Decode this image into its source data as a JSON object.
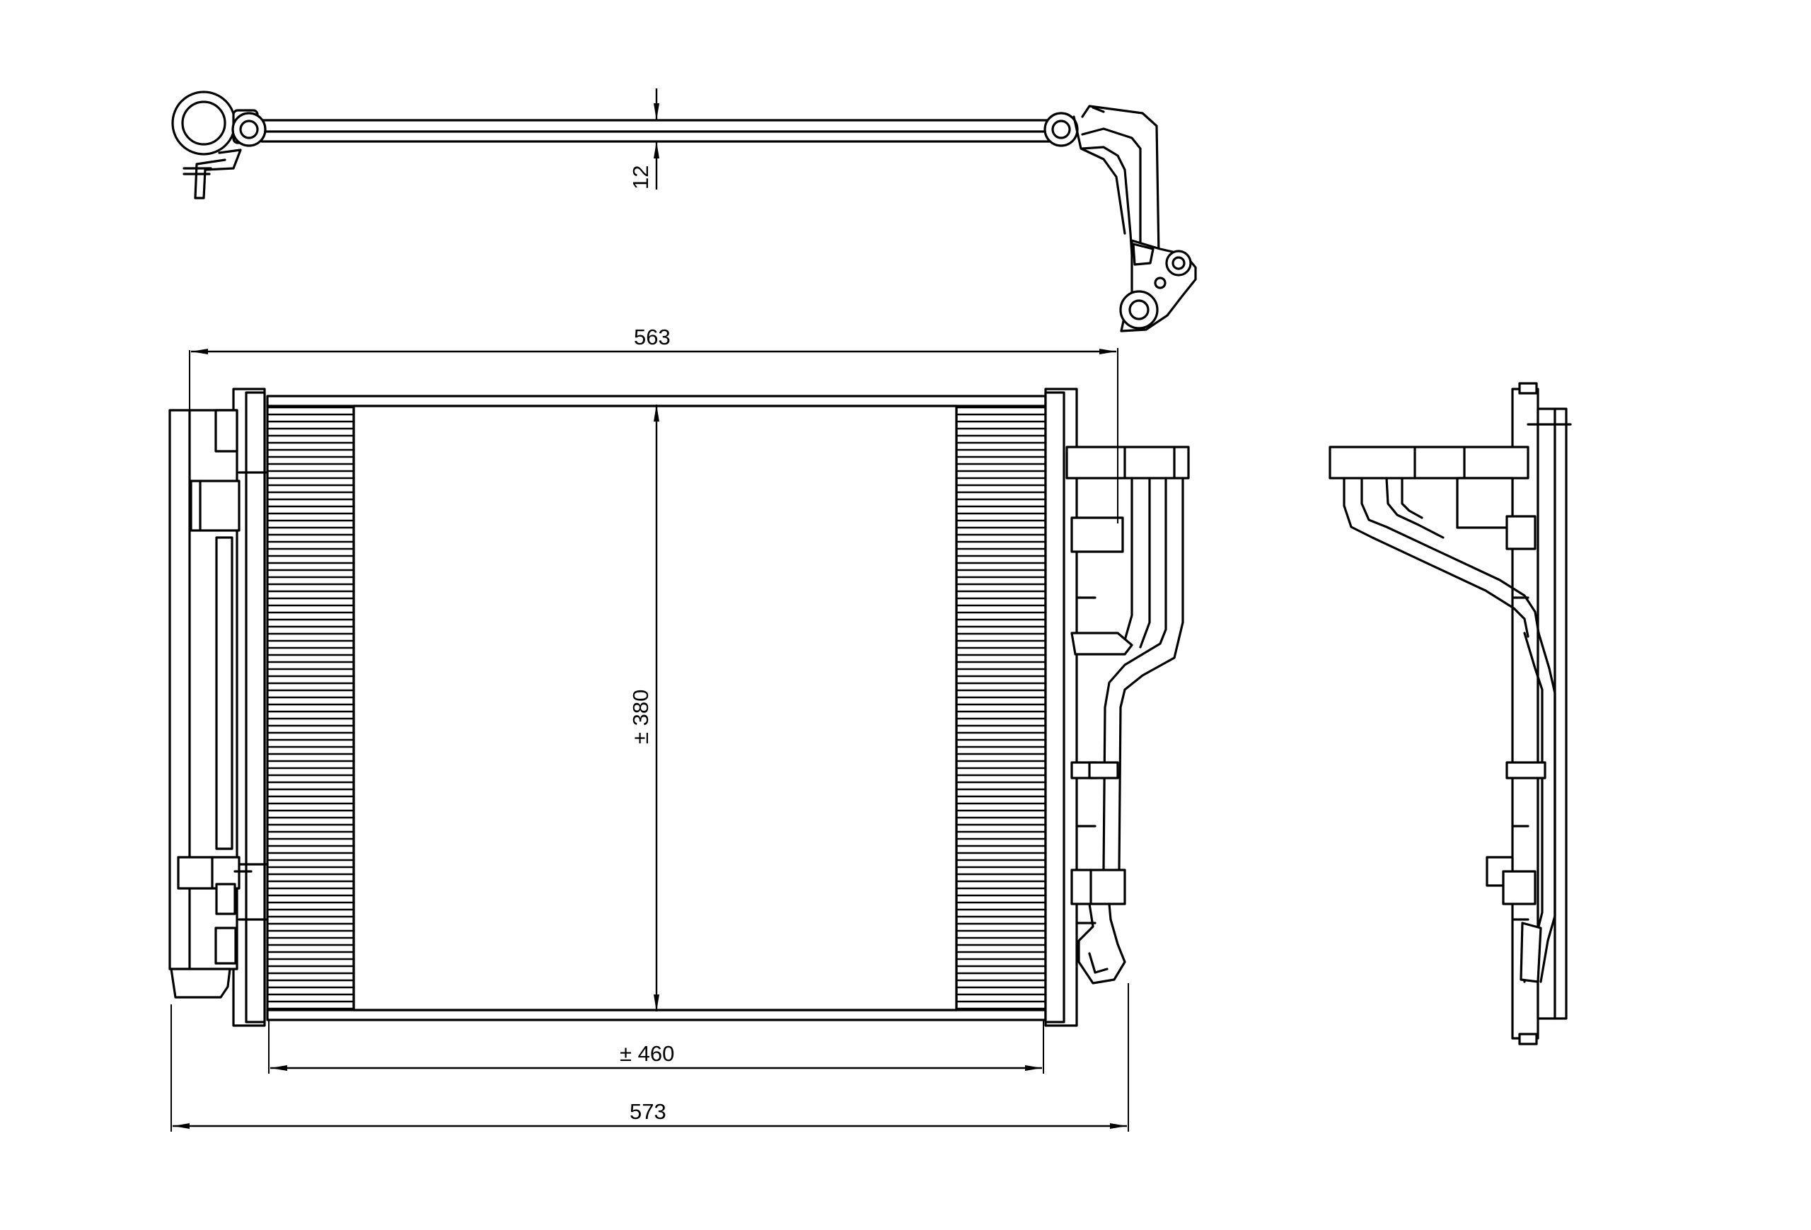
{
  "dimensions": {
    "tube_thickness": "12",
    "core_width_top": "563",
    "core_height": "± 380",
    "core_width_inner": "± 460",
    "overall_width": "573"
  },
  "colors": {
    "line": "#000000",
    "background": "#ffffff"
  }
}
